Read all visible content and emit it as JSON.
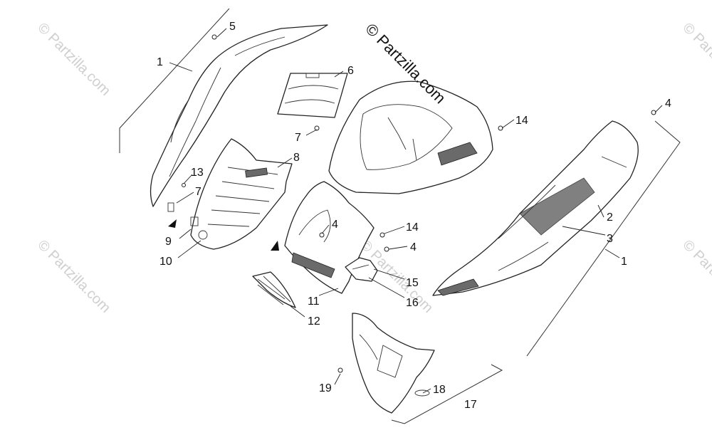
{
  "watermarks": {
    "main": "© Partzilla.com",
    "faint": "© Partzilla.com"
  },
  "callouts": {
    "c1a": "1",
    "c1b": "1",
    "c2": "2",
    "c3": "3",
    "c4a": "4",
    "c4b": "4",
    "c4c": "4",
    "c5": "5",
    "c6": "6",
    "c7a": "7",
    "c7b": "7",
    "c8": "8",
    "c9": "9",
    "c10": "10",
    "c11": "11",
    "c12": "12",
    "c13": "13",
    "c14a": "14",
    "c14b": "14",
    "c15": "15",
    "c16": "16",
    "c17": "17",
    "c18": "18",
    "c19": "19"
  }
}
